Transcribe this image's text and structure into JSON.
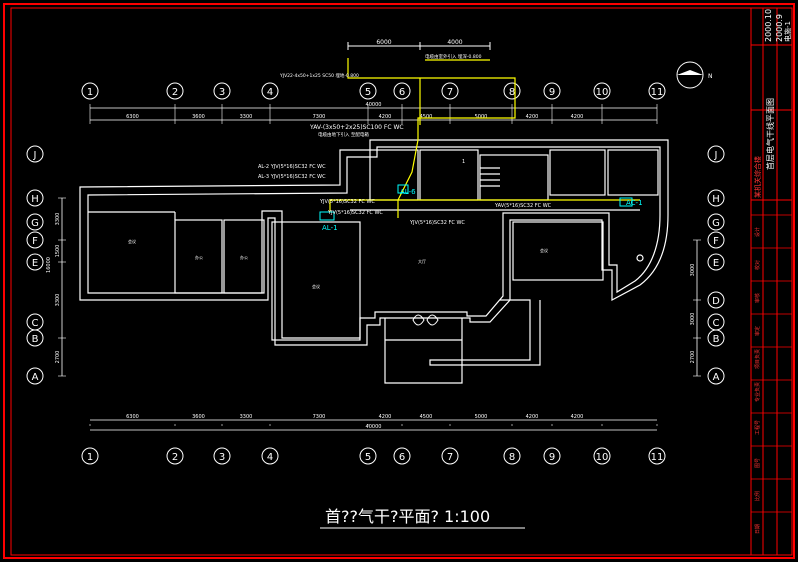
{
  "drawing": {
    "title": "首??气干?平面?  1:100",
    "colors": {
      "background": "#000000",
      "frame": "#ff0000",
      "lines": "#ffffff",
      "axis": "#ffffff",
      "wire": "#ffff00",
      "cyan": "#00ffff",
      "text": "#ffffff",
      "titleblock_red": "#ff3333"
    },
    "axes_top": [
      "1",
      "2",
      "3",
      "4",
      "5",
      "6",
      "7",
      "8",
      "9",
      "10",
      "11"
    ],
    "axes_bottom": [
      "1",
      "2",
      "3",
      "4",
      "5",
      "6",
      "7",
      "8",
      "9",
      "10",
      "11"
    ],
    "axes_left": [
      "J",
      "H",
      "G",
      "F",
      "E",
      "C",
      "B",
      "A"
    ],
    "axes_right": [
      "J",
      "H",
      "G",
      "F",
      "E",
      "D",
      "C",
      "B",
      "A"
    ],
    "dims_top_overall": "40000",
    "dims_top_segments": [
      "6300",
      "3600",
      "3300",
      "7300",
      "4200",
      "4500",
      "5000",
      "4200",
      "4200"
    ],
    "dims_bottom_overall": "40000",
    "dims_bottom_segments": [
      "6300",
      "3600",
      "3300",
      "7300",
      "4200",
      "4500",
      "5000",
      "4200",
      "4200"
    ],
    "dims_left_overall": "16000",
    "dims_left_segments": [
      "3300",
      "1500",
      "3300",
      "2700"
    ],
    "dims_right_segments": [
      "3000",
      "3000",
      "2700"
    ],
    "entry_dims": [
      "6000",
      "4000"
    ],
    "annotations": {
      "entry_note": "YJV22-4x50+1x25 SC50  埋地-0.800",
      "entry_note2": "电缆由室外引入 埋深-0.800",
      "main_feeder": "YAV-(3x50+2x25)SC100 FC WC",
      "main_feeder2": "电缆由地下引入 至配电箱",
      "feeder_al2": "AL-2 YJV(5*16)SC32 FC WC",
      "feeder_al3": "AL-3 YJV(5*16)SC32 FC WC",
      "feeder_al4": "YJV(5*16)SC32 FC WC",
      "feeder_al5": "YJV(5*16)SC32 FC WC",
      "feeder_ac1": "YAV(5*16)SC32 FC WC",
      "feeder_down": "YJV(5*16)SC32 FC WC",
      "panel_al1": "AL-1",
      "panel_al6": "AL-6",
      "panel_ac1": "AC-1"
    },
    "room_labels": [
      "会议",
      "办公",
      "办公",
      "会议",
      "大厅",
      "会议",
      "1"
    ],
    "titleblock": {
      "date1": "2000.10",
      "date2": "2000.9",
      "sheet": "电施-1",
      "drawing_name": "首层电气干线平面图",
      "project": "某机关综合楼",
      "rows": [
        "设计",
        "校对",
        "审核",
        "审定",
        "项目负责",
        "专业负责",
        "工程号",
        "图号",
        "比例",
        "日期"
      ]
    }
  }
}
